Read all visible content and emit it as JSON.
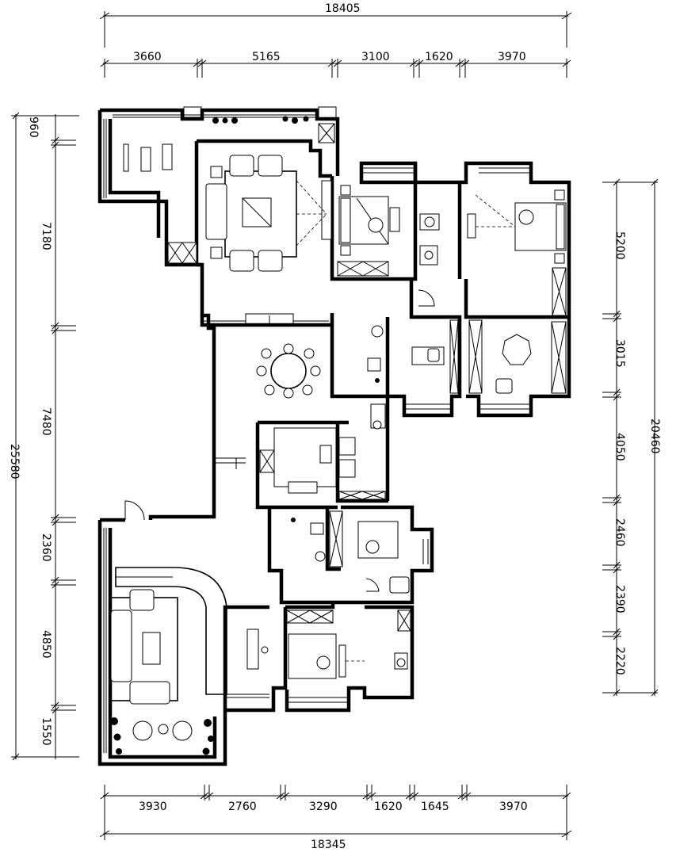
{
  "dimensions": {
    "top_total": "18405",
    "top_segments": [
      "3660",
      "5165",
      "3100",
      "1620",
      "3970"
    ],
    "bottom_total": "18345",
    "bottom_segments": [
      "3930",
      "2760",
      "3290",
      "1620",
      "1645",
      "3970"
    ],
    "left_total": "25580",
    "left_segments": [
      "960",
      "7180",
      "7480",
      "2360",
      "4850",
      "1550"
    ],
    "right_total": "20460",
    "right_segments": [
      "5200",
      "3015",
      "4050",
      "2460",
      "2390",
      "2220"
    ]
  },
  "colors": {
    "line": "#000000",
    "background": "#ffffff"
  }
}
